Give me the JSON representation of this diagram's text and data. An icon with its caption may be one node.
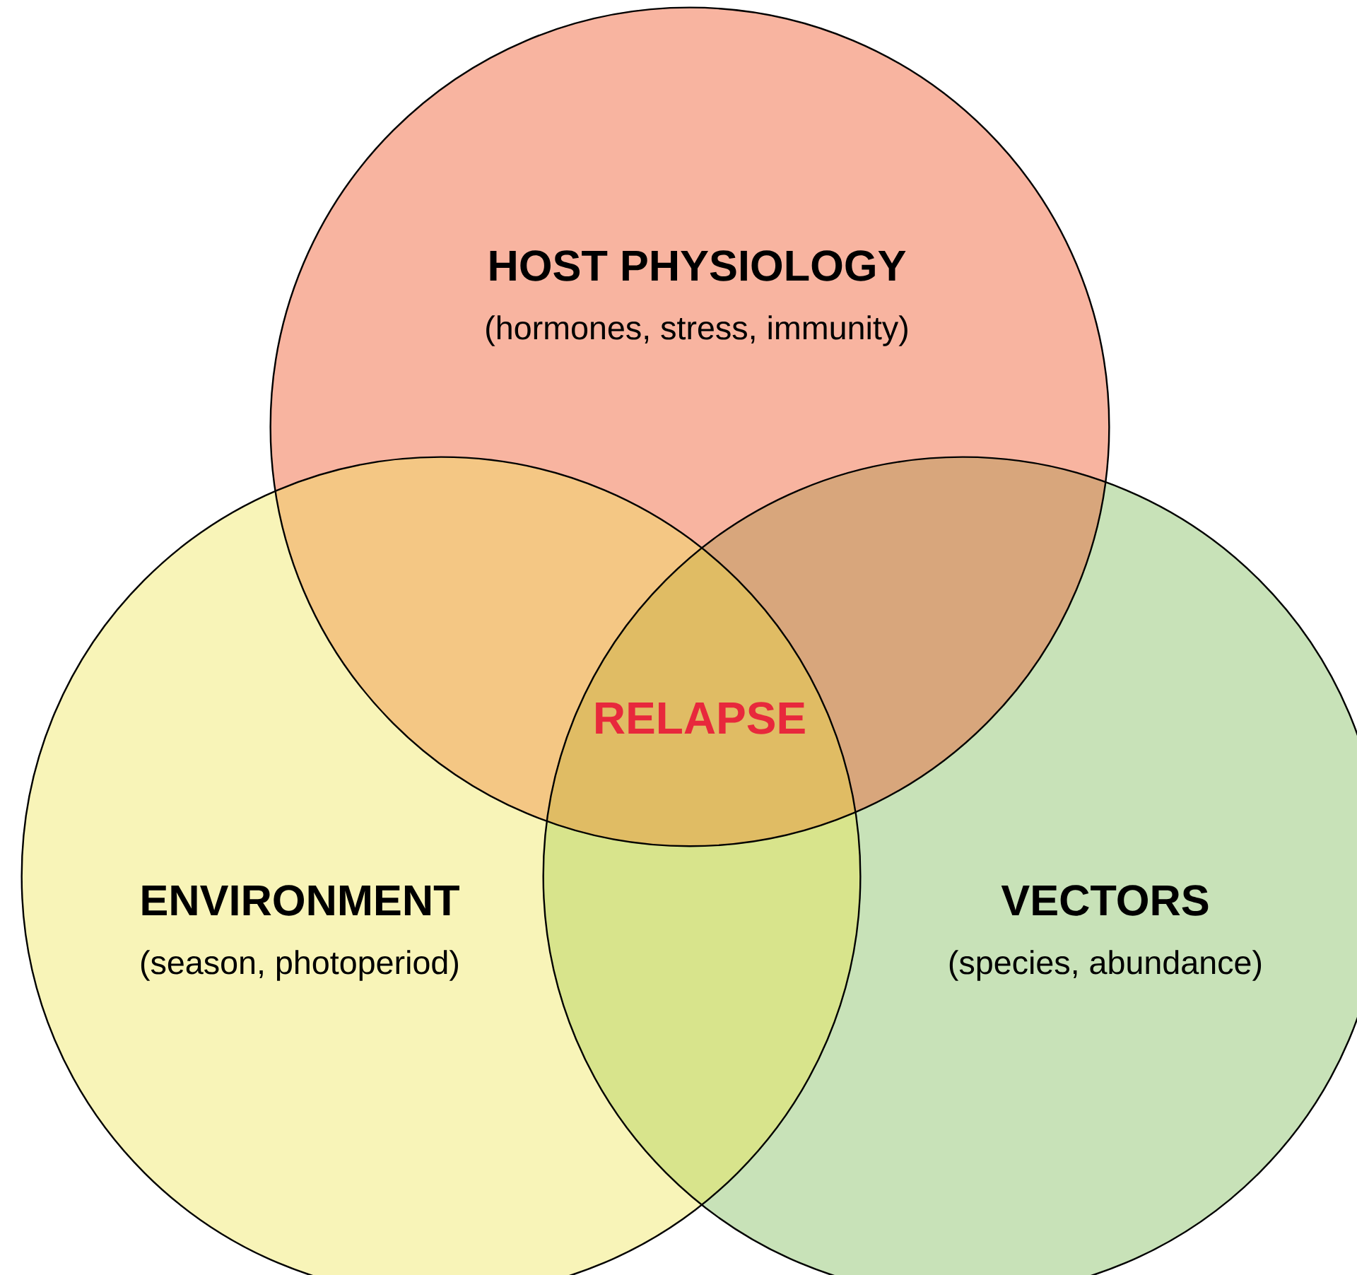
{
  "diagram": {
    "nodes": [
      {
        "text": [
          "HOST PHYSIOLOGY",
          "(hormones, stress, immunity)"
        ]
      },
      {
        "text": [
          "ENVIRONMENT",
          "(season, photoperiod)"
        ]
      },
      {
        "text": [
          "VECTORS",
          "(species, abundance)"
        ]
      }
    ],
    "labels": [
      "RELAPSE"
    ]
  }
}
